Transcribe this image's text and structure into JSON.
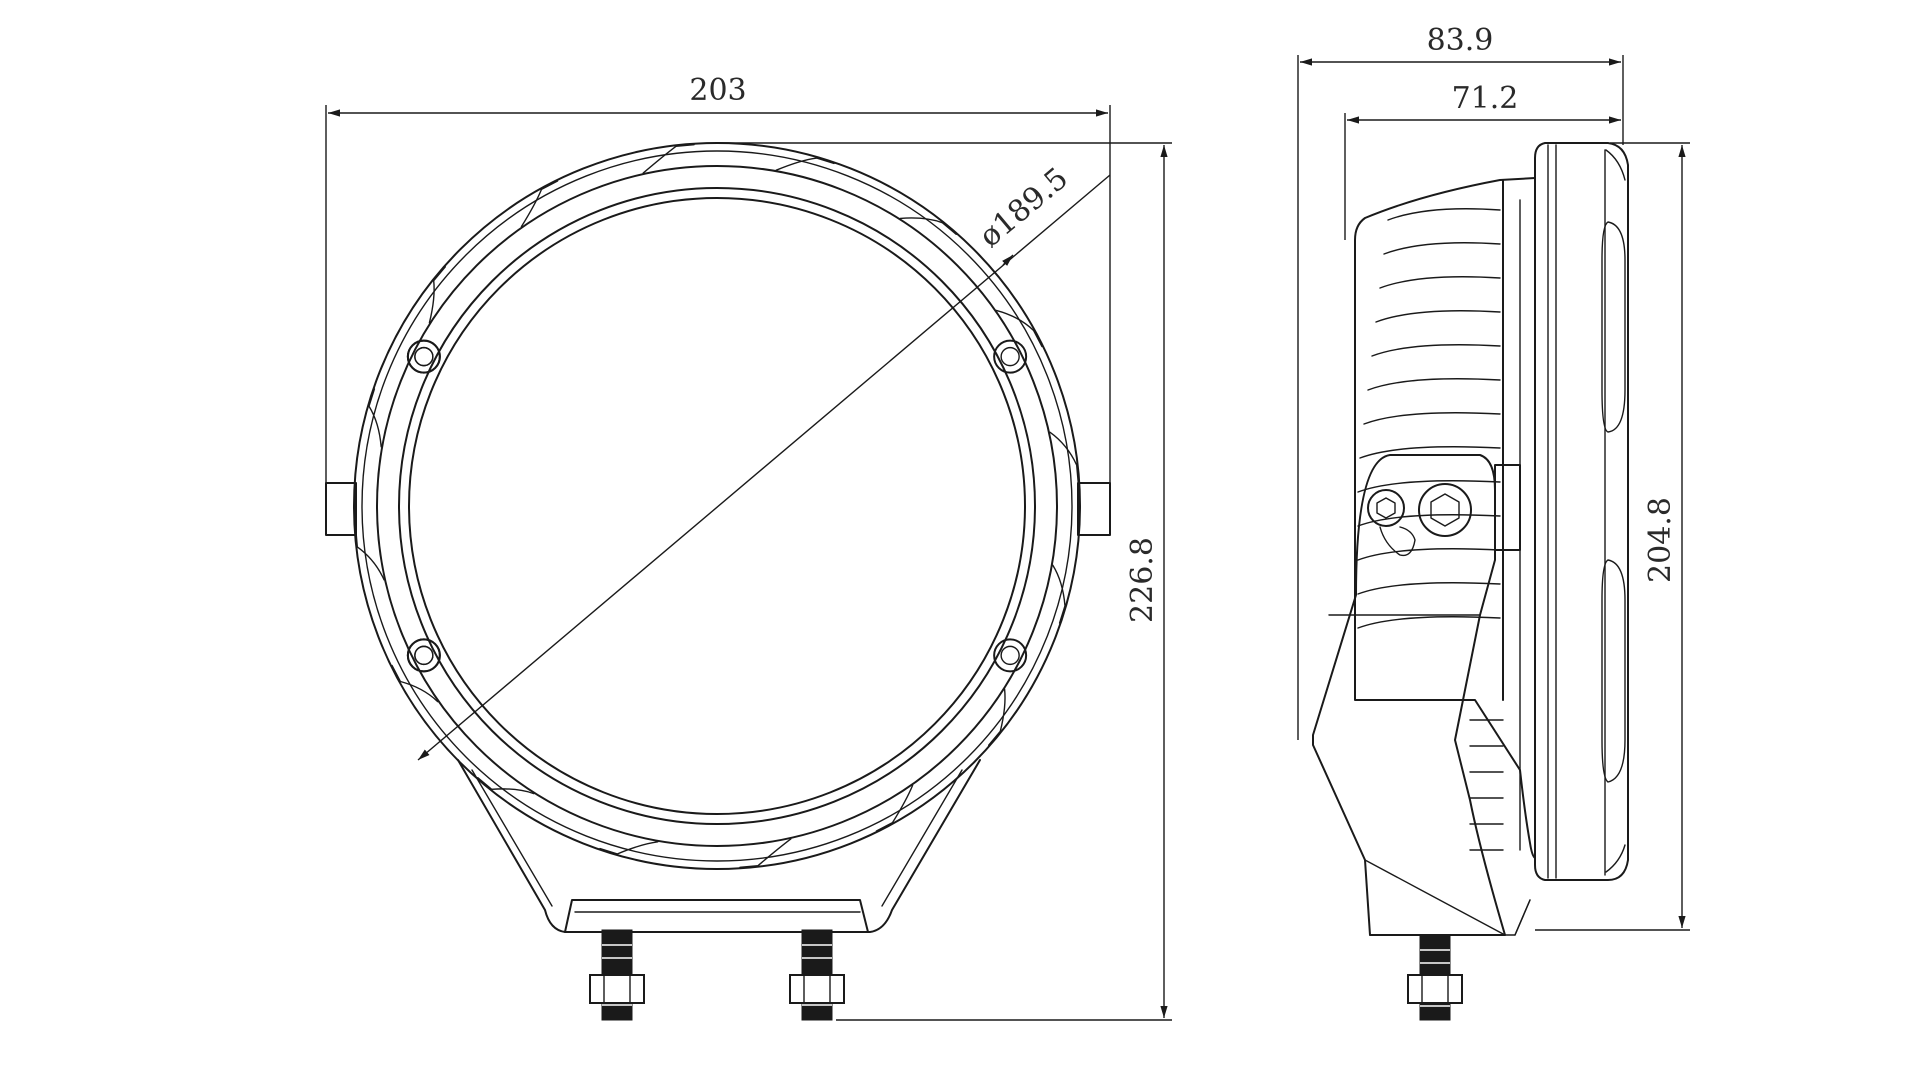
{
  "dimensions": {
    "front_width": "203",
    "front_diameter": "ø189.5",
    "front_height": "226.8",
    "side_depth_total": "83.9",
    "side_depth_body": "71.2",
    "side_height": "204.8"
  },
  "colors": {
    "line": "#1a1a1a",
    "text": "#2a2a2a",
    "background": "#ffffff",
    "rule": "#cccccc"
  }
}
